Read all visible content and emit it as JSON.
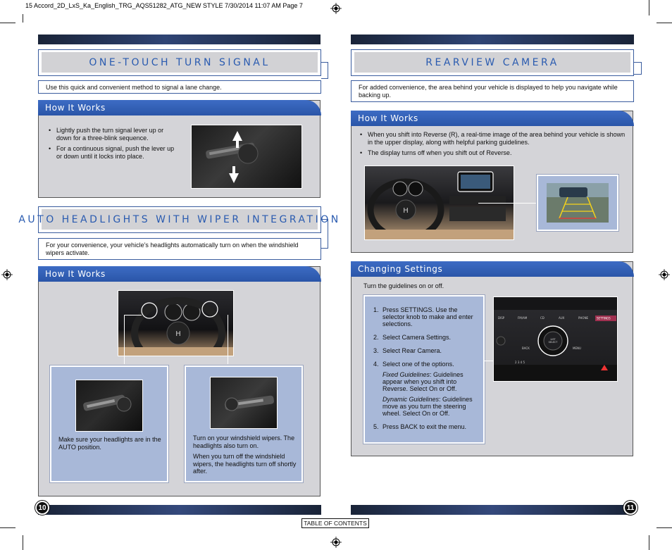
{
  "slug": "15 Accord_2D_LxS_Ka_English_TRG_AQS51282_ATG_NEW STYLE  7/30/2014  11:07 AM  Page 7",
  "left_page": {
    "turn_signal": {
      "title": "ONE-TOUCH TURN SIGNAL",
      "intro": "Use this quick and convenient method to signal a lane change.",
      "tab": "How It Works",
      "bullets": [
        "Lightly push the turn signal lever up or down for a three-blink sequence.",
        "For a continuous signal, push the lever up or down until it locks into place."
      ]
    },
    "headlights": {
      "title": "AUTO HEADLIGHTS WITH WIPER INTEGRATION",
      "intro": "For your convenience, your vehicle’s headlights automatically turn on when the windshield wipers activate.",
      "tab": "How It Works",
      "callout_left": "Make sure your headlights are in the AUTO position.",
      "callout_right_1": "Turn on your windshield wipers. The headlights also turn on.",
      "callout_right_2": "When you turn off the windshield wipers, the headlights turn off shortly after."
    },
    "page_number": "10"
  },
  "right_page": {
    "camera": {
      "title": "REARVIEW CAMERA",
      "intro": "For added convenience, the area behind your vehicle is displayed to help you navigate while backing up.",
      "tab": "How It Works",
      "bullets": [
        "When you shift into Reverse (R), a real-time image of the area behind your vehicle is shown in the upper display, along with helpful parking guidelines.",
        "The display turns off when you shift out of Reverse."
      ]
    },
    "settings": {
      "tab": "Changing Settings",
      "intro": "Turn the guidelines on or off.",
      "steps": [
        {
          "n": "1.",
          "text": "Press SETTINGS. Use the selector knob to make and enter selections."
        },
        {
          "n": "2.",
          "text": "Select Camera Settings."
        },
        {
          "n": "3.",
          "text": "Select Rear Camera."
        },
        {
          "n": "4.",
          "text": "Select one of the options."
        },
        {
          "n": "5.",
          "text": "Press BACK to exit the menu."
        }
      ],
      "option_fixed_label": "Fixed Guidelines",
      "option_fixed_text": ": Guidelines appear when you shift into Reverse. Select On or Off.",
      "option_dynamic_label": "Dynamic Guidelines",
      "option_dynamic_text": ": Guidelines move as you turn the steering wheel. Select On or Off.",
      "radio_buttons": [
        "DISP",
        "FM/AM",
        "CD",
        "AUX",
        "PHONE",
        "SETTINGS"
      ],
      "radio_knob": "LIST SELECT",
      "radio_left": "BACK",
      "radio_right": "MENU"
    },
    "page_number": "11"
  },
  "footer": {
    "toc": "TABLE OF CONTENTS"
  },
  "colors": {
    "accent_blue": "#2a5bb0",
    "panel_gray": "#d4d4d8",
    "callout_blue": "#a8b8d8"
  }
}
